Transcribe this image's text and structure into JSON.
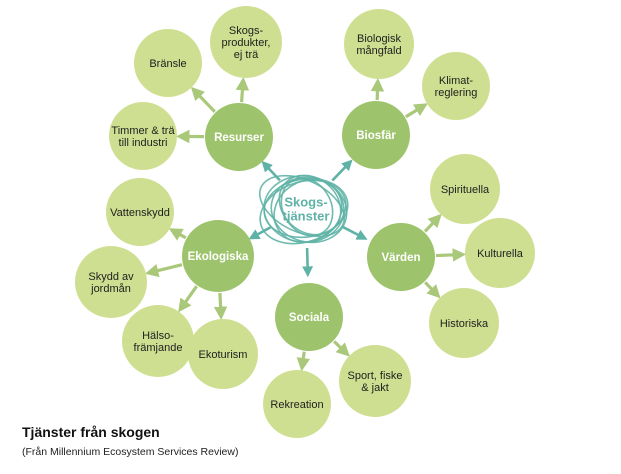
{
  "colors": {
    "light_circle": "#cfdf91",
    "dark_circle": "#9dc46c",
    "arrow": "#a9c87a",
    "center": "#5fb3a6",
    "category_text": "#ffffff",
    "node_text": "#1e1e1e"
  },
  "center": {
    "lines": [
      "Skogs-",
      "tjänster"
    ]
  },
  "categories": [
    {
      "id": "resurser",
      "lines": [
        "Resurser"
      ]
    },
    {
      "id": "biosfar",
      "lines": [
        "Biosfär"
      ]
    },
    {
      "id": "ekologiska",
      "lines": [
        "Ekologiska"
      ]
    },
    {
      "id": "varden",
      "lines": [
        "Värden"
      ]
    },
    {
      "id": "sociala",
      "lines": [
        "Sociala"
      ]
    }
  ],
  "services": [
    {
      "id": "bransle",
      "lines": [
        "Bränsle"
      ]
    },
    {
      "id": "skogsprodukter",
      "lines": [
        "Skogs-",
        "produkter,",
        "ej trä"
      ]
    },
    {
      "id": "timmer",
      "lines": [
        "Timmer & trä",
        "till industri"
      ]
    },
    {
      "id": "biologisk",
      "lines": [
        "Biologisk",
        "mångfald"
      ]
    },
    {
      "id": "klimat",
      "lines": [
        "Klimat-",
        "reglering"
      ]
    },
    {
      "id": "vattenskydd",
      "lines": [
        "Vattenskydd"
      ]
    },
    {
      "id": "jordman",
      "lines": [
        "Skydd av",
        "jordmån"
      ]
    },
    {
      "id": "halso",
      "lines": [
        "Hälso-",
        "främjande"
      ]
    },
    {
      "id": "ekoturism",
      "lines": [
        "Ekoturism"
      ]
    },
    {
      "id": "spirituella",
      "lines": [
        "Spirituella"
      ]
    },
    {
      "id": "kulturella",
      "lines": [
        "Kulturella"
      ]
    },
    {
      "id": "historiska",
      "lines": [
        "Historiska"
      ]
    },
    {
      "id": "rekreation",
      "lines": [
        "Rekreation"
      ]
    },
    {
      "id": "sport",
      "lines": [
        "Sport, fiske",
        "& jakt"
      ]
    }
  ],
  "caption": {
    "title": "Tjänster från skogen",
    "subtitle": "(Från Millennium Ecosystem Services Review)"
  }
}
